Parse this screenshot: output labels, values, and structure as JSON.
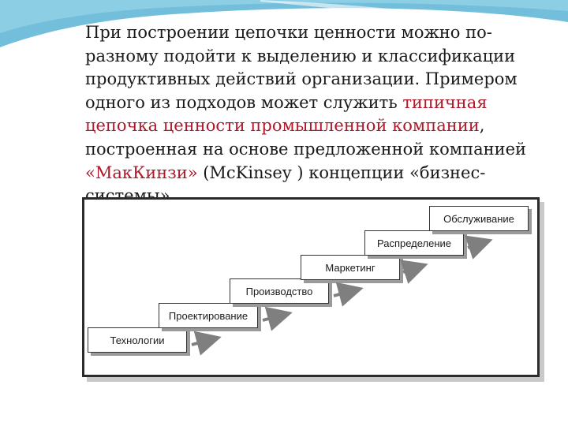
{
  "slide": {
    "text_part1": "При построении цепочки ценности можно по-разному подойти к выделению и классификации продуктивных действий организации. Примером одного из подходов может служить ",
    "highlight1": "типичная цепочка ценности промышленной компании",
    "text_part2": ", построенная на основе предложенной компанией ",
    "highlight2": "«МакКинзи»",
    "text_part3": " (McKinsey ) концепции «бизнес-системы»"
  },
  "diagram": {
    "steps": [
      "Технологии",
      "Проектирование",
      "Производство",
      "Маркетинг",
      "Распределение",
      "Обслуживание"
    ],
    "colors": {
      "highlight": "#b0172a",
      "arrow": "#7f7f7f",
      "border": "#2b2b2b"
    }
  }
}
